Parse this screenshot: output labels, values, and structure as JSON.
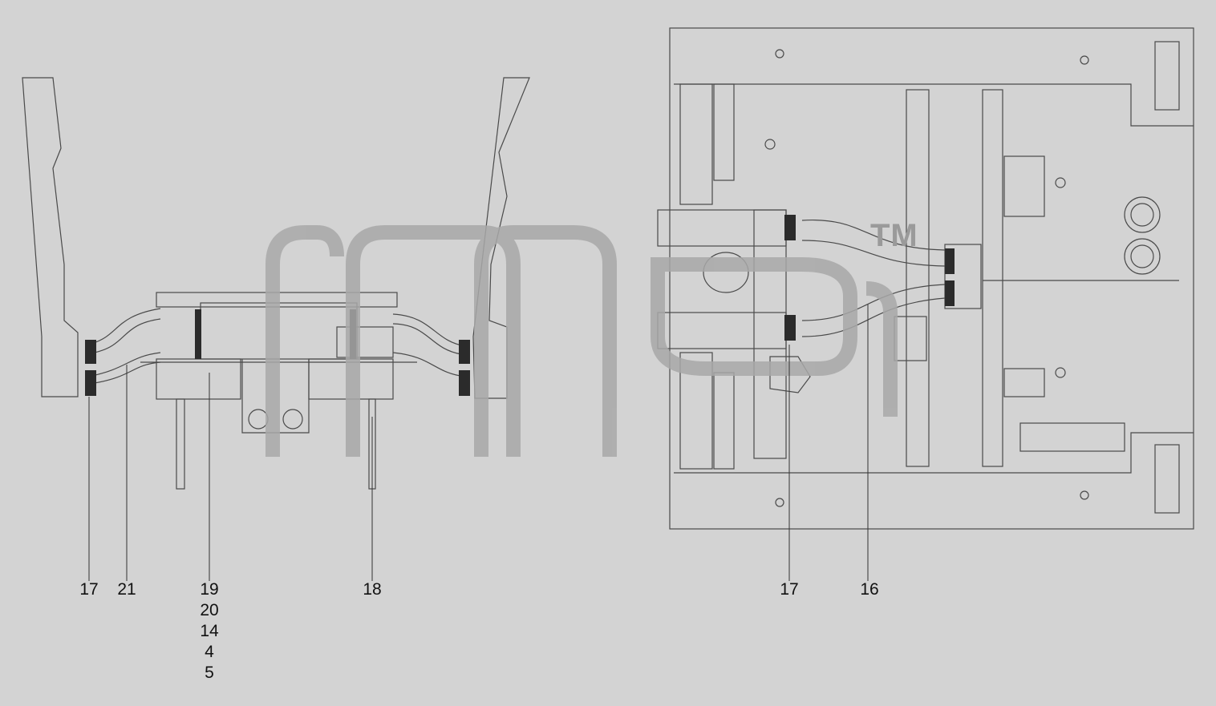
{
  "watermark": {
    "text": "amd",
    "trademark": "TM"
  },
  "colors": {
    "background": "#d3d3d3",
    "line": "#4a4a4a",
    "watermark": "#a8a8a8",
    "label": "#111111"
  },
  "callouts": {
    "left_17": "17",
    "left_21": "21",
    "left_stack": [
      "19",
      "20",
      "14",
      "4",
      "5"
    ],
    "left_18": "18",
    "right_17": "17",
    "right_16": "16"
  }
}
